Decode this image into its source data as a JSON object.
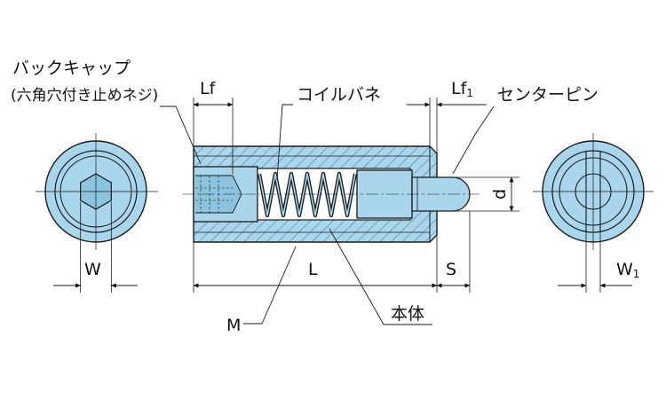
{
  "labels": {
    "back_cap": "バックキャップ",
    "back_cap_note": "(六角穴付き止めネジ)",
    "coil_spring": "コイルバネ",
    "center_pin": "センターピン",
    "body": "本体",
    "dim_lf": "Lf",
    "dim_lf1": "Lf",
    "dim_lf1_sub": "1",
    "dim_d": "d",
    "dim_w": "W",
    "dim_w1": "W",
    "dim_w1_sub": "1",
    "dim_l": "L",
    "dim_s": "S",
    "dim_m": "M"
  },
  "colors": {
    "part_fill": "#a9d6ec",
    "part_fill_dark": "#8cc3de",
    "outline": "#1a1a1a",
    "background": "#ffffff"
  }
}
